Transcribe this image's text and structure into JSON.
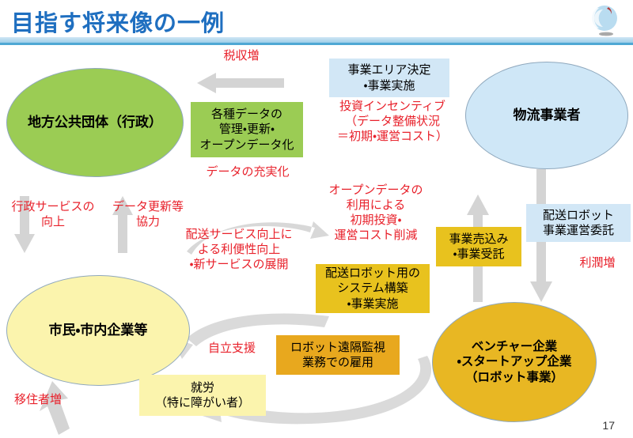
{
  "header": {
    "title": "目指す将来像の一例",
    "logo_name": "city-swirl-logo"
  },
  "nodes": {
    "government": "地方公共団体（行政）",
    "logistics": "物流事業者",
    "citizens": "市民・市内企業等",
    "venture": "ベンチャー企業\n・スタートアップ企業\n（ロボット事業）"
  },
  "boxes": {
    "data_management": "各種データの\n管理・更新・\nオープンデータ化",
    "area_decision": "事業エリア決定\n・事業実施",
    "robot_system": "配送ロボット用の\nシステム構築\n・事業実施",
    "business_sales": "事業売込み\n・事業受託",
    "robot_entrust": "配送ロボット\n事業運営委託",
    "remote_monitoring": "ロボット遠隔監視\n業務での雇用",
    "employment": "就労\n（特に障がい者）"
  },
  "annotations": {
    "tax_increase": "税収増",
    "data_enrichment": "データの充実化",
    "investment_incentive": "投資インセンティブ\n（データ整備状況\n＝初期・運営コスト）",
    "gov_service_improve": "行政サービスの\n向上",
    "data_update_coop": "データ更新等\n協力",
    "delivery_improve": "配送サービス向上に\nよる利便性向上\n・新サービスの展開",
    "open_data_savings": "オープンデータの\n利用による\n初期投資・\n運営コスト削減",
    "profit_increase": "利潤増",
    "independence_support": "自立支援",
    "migrant_increase": "移住者増"
  },
  "footer": {
    "page_number": "17"
  },
  "colors": {
    "title_blue": "#1f6fc0",
    "accent_red": "#e8212b",
    "green_node": "#9bcc54",
    "blue_node": "#cfe7f7",
    "yellow_node": "#fbf4ad",
    "gold_node": "#e8b723",
    "arrow_gray": "#d4d4d4"
  }
}
